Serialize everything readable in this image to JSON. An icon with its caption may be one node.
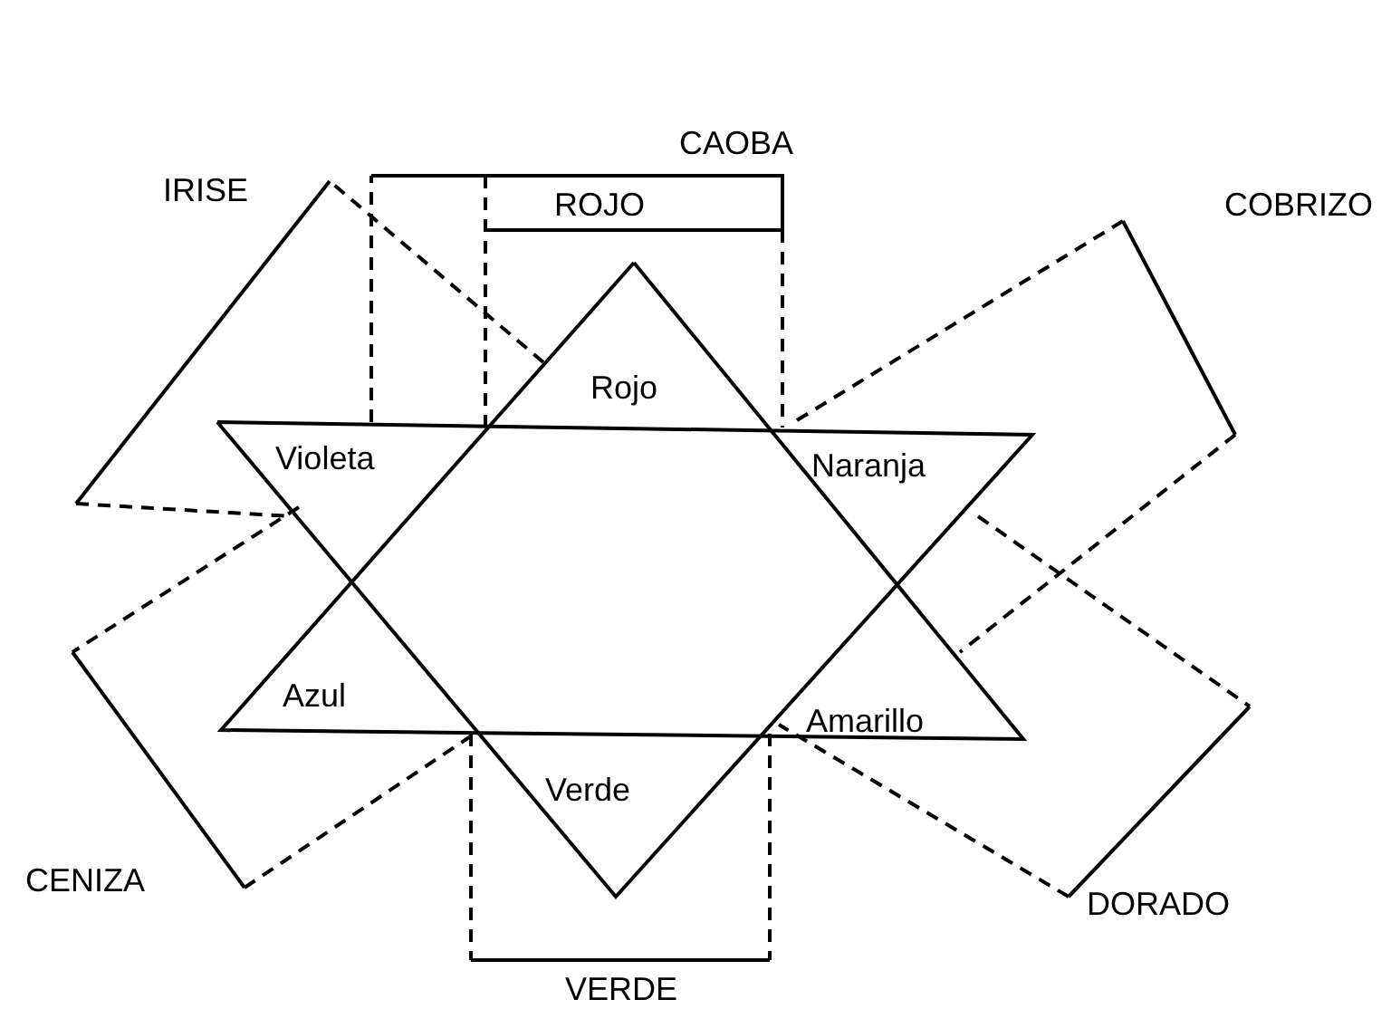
{
  "diagram": {
    "labels": [
      "CAOBA",
      "IRISE",
      "ROJO",
      "COBRIZO",
      "Rojo",
      "Violeta",
      "Naranja",
      "Azul",
      "Amarillo",
      "Verde",
      "CENIZA",
      "DORADO",
      "VERDE"
    ]
  }
}
